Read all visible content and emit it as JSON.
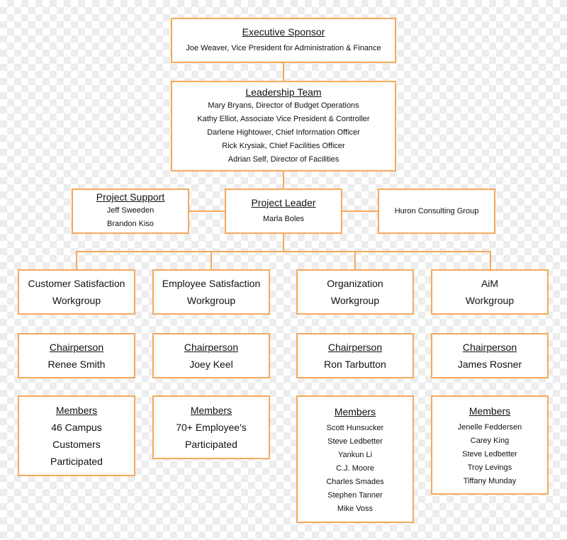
{
  "executive": {
    "title": "Executive Sponsor",
    "line": "Joe Weaver, Vice President for Administration & Finance"
  },
  "leadership": {
    "title": "Leadership Team",
    "members": [
      "Mary Bryans, Director of Budget Operations",
      "Kathy Elliot, Associate Vice President & Controller",
      "Darlene Hightower, Chief Information Officer",
      "Rick Krysiak, Chief Facilities Officer",
      "Adrian Self, Director of Facilities"
    ]
  },
  "project_support": {
    "title": "Project Support",
    "members": [
      "Jeff Sweeden",
      "Brandon Kiso"
    ]
  },
  "project_leader": {
    "title": "Project Leader",
    "name": "Marla Boles"
  },
  "consultant": {
    "name": "Huron Consulting Group"
  },
  "workgroups": [
    {
      "name": [
        "Customer Satisfaction",
        "Workgroup"
      ],
      "chair_title": "Chairperson",
      "chair": "Renee Smith",
      "members_title": "Members",
      "members": [
        "46 Campus",
        "Customers",
        "Participated"
      ]
    },
    {
      "name": [
        "Employee Satisfaction",
        "Workgroup"
      ],
      "chair_title": "Chairperson",
      "chair": "Joey Keel",
      "members_title": "Members",
      "members": [
        "70+ Employee's",
        "Participated"
      ]
    },
    {
      "name": [
        "Organization",
        "Workgroup"
      ],
      "chair_title": "Chairperson",
      "chair": "Ron Tarbutton",
      "members_title": "Members",
      "members": [
        "Scott Hunsucker",
        "Steve Ledbetter",
        "Yankun Li",
        "C.J. Moore",
        "Charles Smades",
        "Stephen Tanner",
        "Mike Voss"
      ]
    },
    {
      "name": [
        "AiM",
        "Workgroup"
      ],
      "chair_title": "Chairperson",
      "chair": "James Rosner",
      "members_title": "Members",
      "members": [
        "Jenelle Feddersen",
        "Carey King",
        "Steve Ledbetter",
        "Troy Levings",
        "Tiffany Munday"
      ]
    }
  ]
}
